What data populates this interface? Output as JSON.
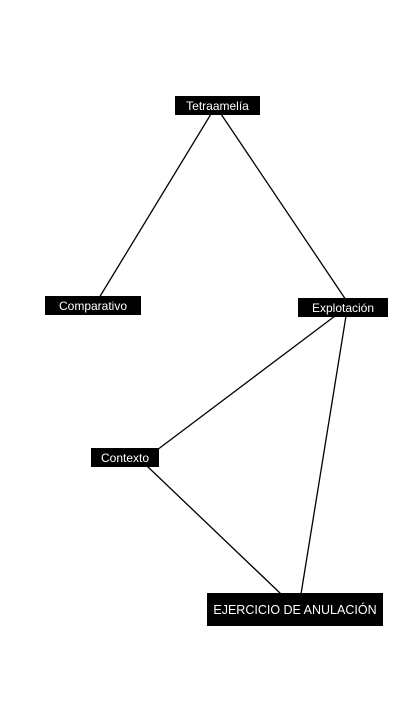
{
  "nodes": {
    "tetraamelia": "Tetraamelía",
    "comparativo": "Comparativo",
    "explotacion": "Explotación",
    "contexto": "Contexto",
    "ejercicio": "EJERCICIO DE ANULACIÓN"
  },
  "colors": {
    "node_fill": "#000000",
    "node_text": "#ffffff",
    "edge": "#000000",
    "background": "#ffffff"
  }
}
